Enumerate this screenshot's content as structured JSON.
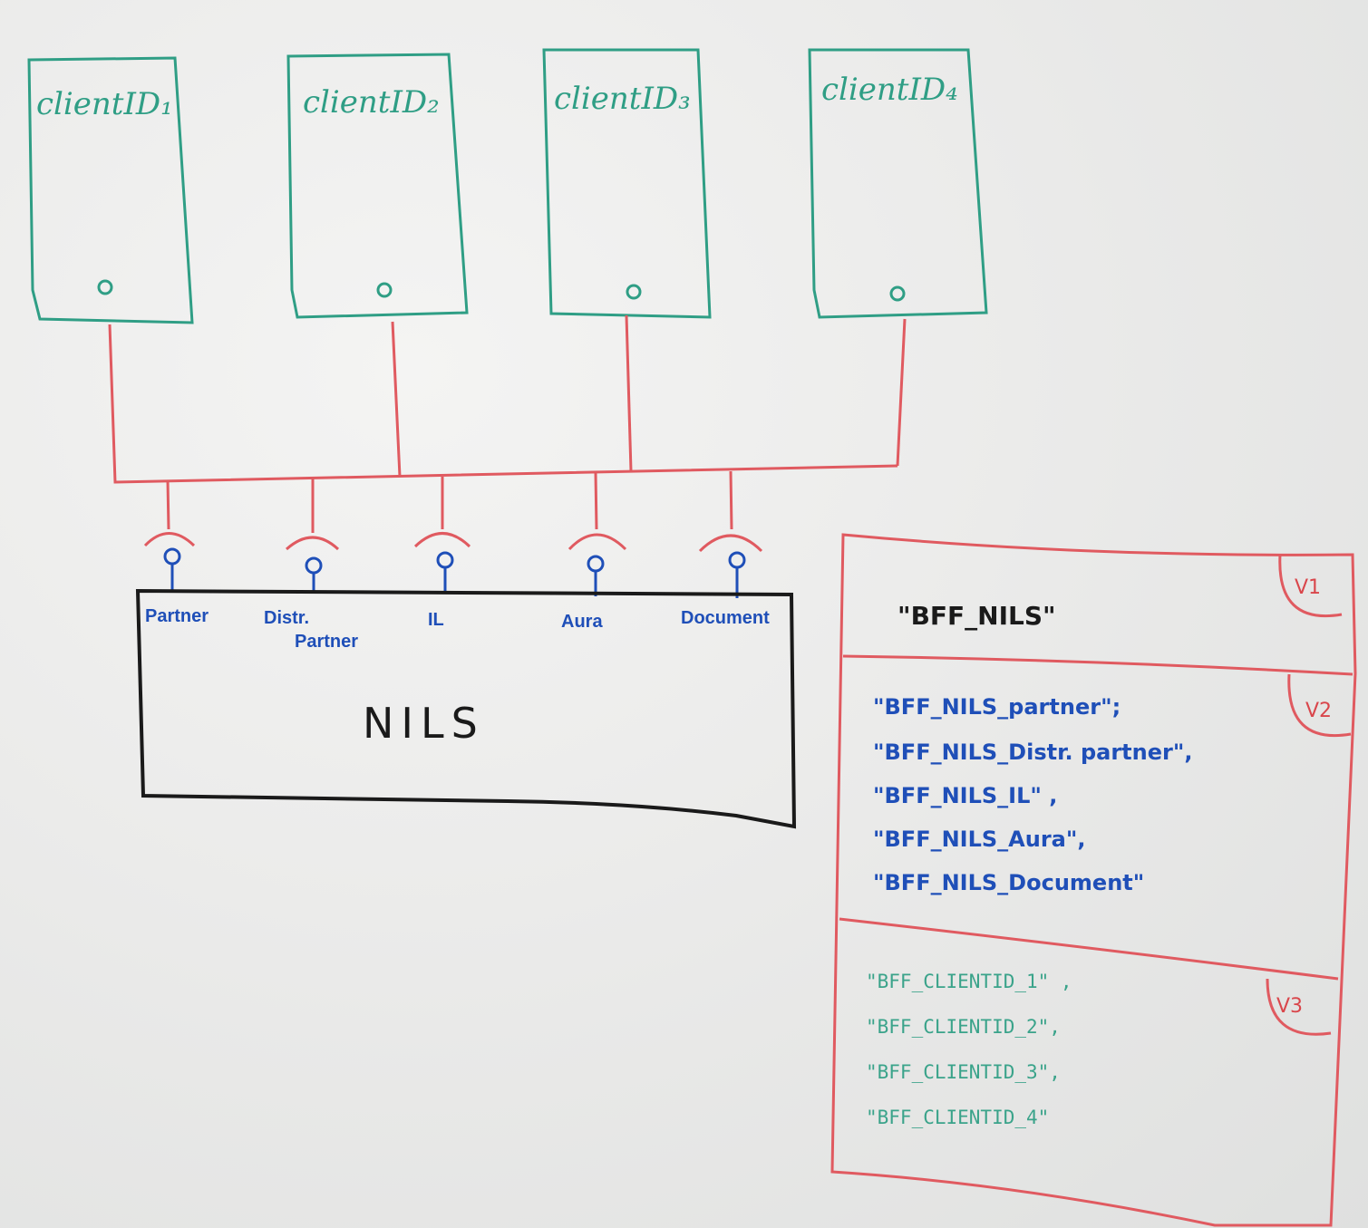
{
  "clients": [
    {
      "label": "clientID₁"
    },
    {
      "label": "clientID₂"
    },
    {
      "label": "clientID₃"
    },
    {
      "label": "clientID₄"
    }
  ],
  "nils": {
    "label": "NILS",
    "ports": [
      {
        "label": "Partner"
      },
      {
        "label": "Distr.",
        "label2": "Partner"
      },
      {
        "label": "IL"
      },
      {
        "label": "Aura"
      },
      {
        "label": "Document"
      }
    ]
  },
  "versions": {
    "v1": {
      "tag": "V1",
      "lines": [
        "\"BFF_NILS\""
      ]
    },
    "v2": {
      "tag": "V2",
      "lines": [
        "\"BFF_NILS_partner\";",
        "\"BFF_NILS_Distr. partner\",",
        "\"BFF_NILS_IL\"  ,",
        "\"BFF_NILS_Aura\",",
        "\"BFF_NILS_Document\""
      ]
    },
    "v3": {
      "tag": "V3",
      "lines": [
        "\"BFF_CLIENTID_1\" ,",
        "\"BFF_CLIENTID_2\",",
        "\"BFF_CLIENTID_3\",",
        "\"BFF_CLIENTID_4\""
      ]
    }
  },
  "colors": {
    "client": "#2f9e85",
    "wire": "#e05a60",
    "port": "#1f4fb8",
    "nils_border": "#1a1a1a"
  }
}
